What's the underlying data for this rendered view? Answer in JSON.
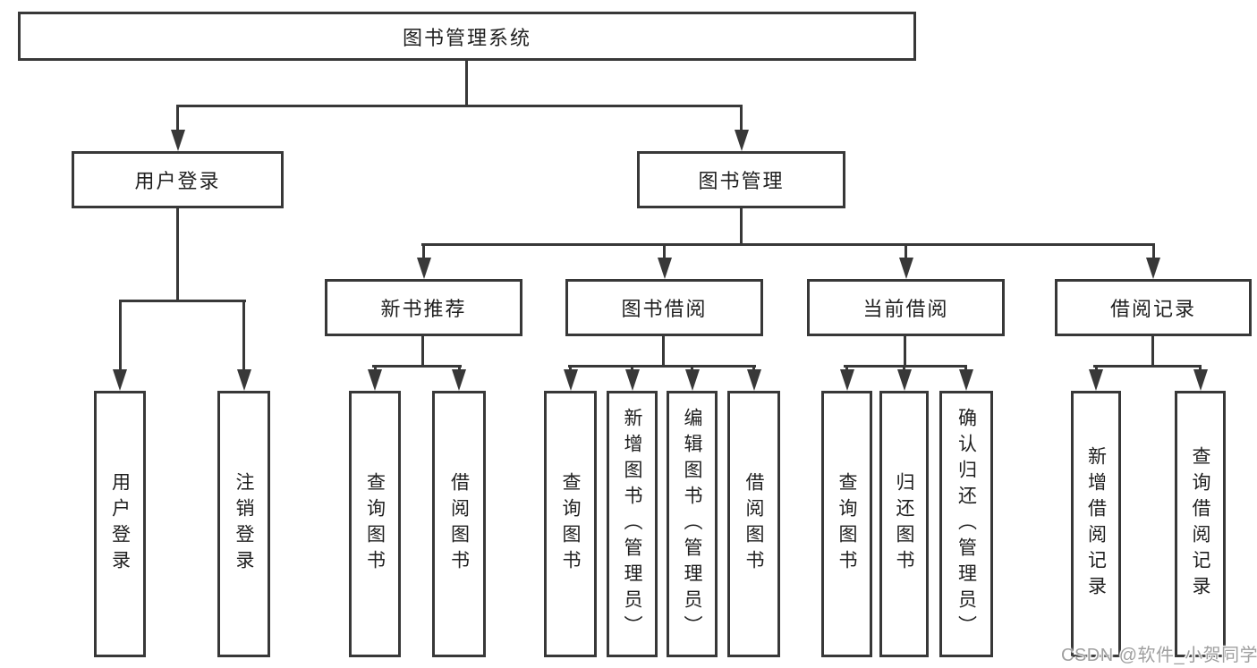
{
  "colors": {
    "line": "#383838",
    "text": "#1f1f1f",
    "box_bg": "#ffffff",
    "background": "#ffffff",
    "watermark": "#a0a0a0"
  },
  "diagram": {
    "root": {
      "label": "图书管理系统"
    },
    "level2": [
      {
        "label": "用户登录"
      },
      {
        "label": "图书管理"
      }
    ],
    "level3": [
      {
        "label": "新书推荐",
        "parent": "图书管理"
      },
      {
        "label": "图书借阅",
        "parent": "图书管理"
      },
      {
        "label": "当前借阅",
        "parent": "图书管理"
      },
      {
        "label": "借阅记录",
        "parent": "图书管理"
      }
    ],
    "leaves": [
      {
        "label": "用户登录",
        "parent": "用户登录"
      },
      {
        "label": "注销登录",
        "parent": "用户登录"
      },
      {
        "label": "查询图书",
        "parent": "新书推荐"
      },
      {
        "label": "借阅图书",
        "parent": "新书推荐"
      },
      {
        "label": "查询图书",
        "parent": "图书借阅"
      },
      {
        "label": "新增图书（管理员）",
        "parent": "图书借阅"
      },
      {
        "label": "编辑图书（管理员）",
        "parent": "图书借阅"
      },
      {
        "label": "借阅图书",
        "parent": "图书借阅"
      },
      {
        "label": "查询图书",
        "parent": "当前借阅"
      },
      {
        "label": "归还图书",
        "parent": "当前借阅"
      },
      {
        "label": "确认归还（管理员）",
        "parent": "当前借阅"
      },
      {
        "label": "新增借阅记录",
        "parent": "借阅记录"
      },
      {
        "label": "查询借阅记录",
        "parent": "借阅记录"
      }
    ]
  },
  "watermark": {
    "text": "CSDN @软件_小贺同学"
  }
}
